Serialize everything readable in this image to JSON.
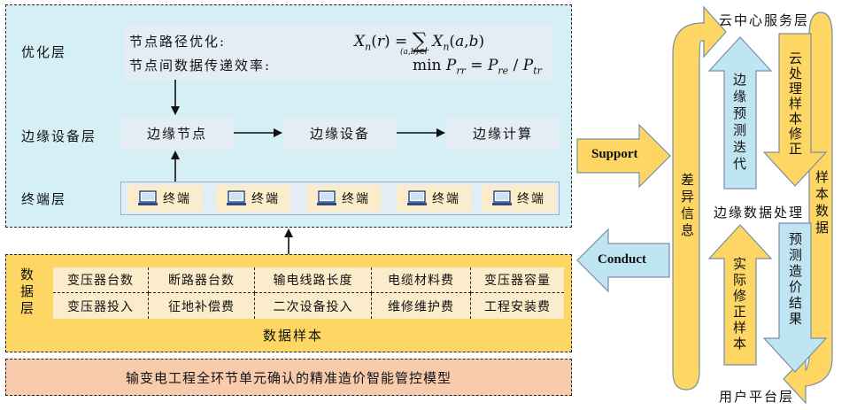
{
  "left_panel": {
    "layers": {
      "optimization": "优化层",
      "edge_device": "边缘设备层",
      "terminal": "终端层",
      "data": "数据层"
    },
    "optimization_box": {
      "line1_label": "节点路径优化:",
      "line2_label": "节点间数据传递效率:",
      "formula1": "Xn(r) = Σ(a,b)∈r Xn(a,b)",
      "formula2": "min Prr = Pre / Ptr"
    },
    "edge_nodes": [
      "边缘节点",
      "边缘设备",
      "边缘计算"
    ],
    "terminal_label": "终端",
    "data_table": {
      "row1": [
        "变压器台数",
        "断路器台数",
        "输电线路长度",
        "电缆材料费",
        "变压器容量"
      ],
      "row2": [
        "变压器投入",
        "征地补偿费",
        "二次设备投入",
        "维修维护费",
        "工程安装费"
      ],
      "caption": "数据样本"
    },
    "model_bar": "输变电工程全环节单元确认的精准造价智能管控模型"
  },
  "arrows": {
    "support": "Support",
    "conduct": "Conduct"
  },
  "right_panel": {
    "cloud_layer": "云中心服务层",
    "user_layer": "用户平台层",
    "edge_processing": "边缘数据处理",
    "diff_info": "差异信息",
    "sample_data": "样本数据",
    "edge_predict_iter": "边缘预测迭代",
    "cloud_sample_fix": "云处理样本修正",
    "actual_fix_sample": "实际修正样本",
    "predict_cost_result": "预测造价结果"
  },
  "colors": {
    "panel_fill": "#d4f0f6",
    "inner_box": "#e4ecf4",
    "data_fill": "#fdd664",
    "model_fill": "#f8cbad",
    "arrow_yellow": "#fdd664",
    "arrow_blue": "#bfe5f3"
  }
}
